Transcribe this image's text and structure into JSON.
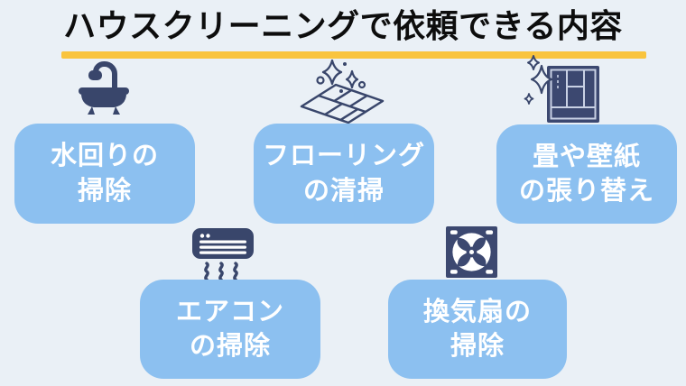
{
  "title": {
    "text": "ハウスクリーニングで依頼できる内容"
  },
  "colors": {
    "background": "#eaf0f6",
    "card_blue": "#8cc0f0",
    "card_text": "#ffffff",
    "icon_navy": "#39466b",
    "accent_yellow": "#f9c43e",
    "title_black": "#0d0d0d"
  },
  "items": [
    {
      "icon": "bathtub-icon",
      "line1": "水回りの",
      "line2": "掃除"
    },
    {
      "icon": "sparkling-floor-icon",
      "line1": "フローリング",
      "line2": "の清掃"
    },
    {
      "icon": "tatami-sparkle-icon",
      "line1": "畳や壁紙",
      "line2": "の張り替え"
    },
    {
      "icon": "air-conditioner-icon",
      "line1": "エアコン",
      "line2": "の掃除"
    },
    {
      "icon": "ventilation-fan-icon",
      "line1": "換気扇の",
      "line2": "掃除"
    }
  ]
}
